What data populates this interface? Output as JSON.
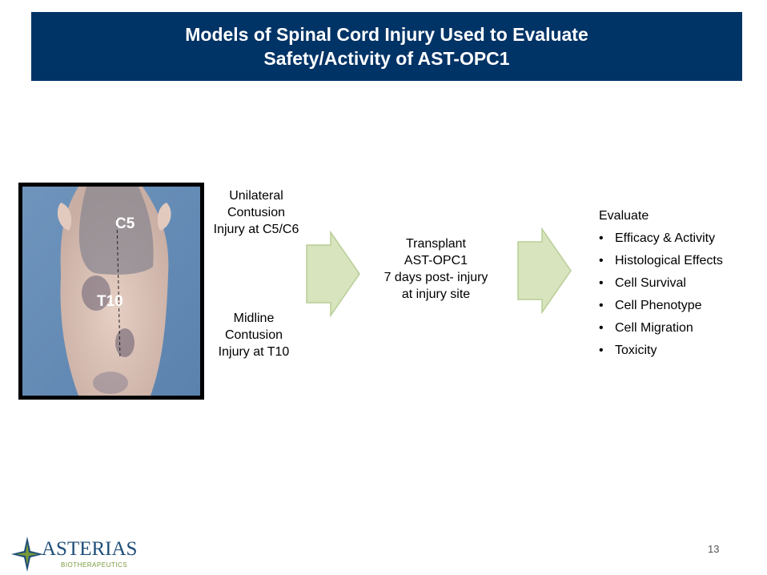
{
  "title": {
    "line1": "Models of Spinal Cord Injury Used to Evaluate",
    "line2": "Safety/Activity of AST-OPC1"
  },
  "photo": {
    "label_c5": "C5",
    "label_t10": "T10"
  },
  "injury_models": {
    "unilateral": [
      "Unilateral",
      "Contusion",
      "Injury at C5/C6"
    ],
    "midline": [
      "Midline",
      "Contusion",
      "Injury at T10"
    ]
  },
  "transplant": [
    "Transplant",
    "AST-OPC1",
    "7 days post- injury",
    "at injury site"
  ],
  "evaluate": {
    "heading": "Evaluate",
    "items": [
      "Efficacy & Activity",
      "Histological Effects",
      "Cell Survival",
      "Cell Phenotype",
      "Cell Migration",
      "Toxicity"
    ]
  },
  "logo": {
    "word": "ASTERIAS",
    "sub": "BIOTHERAPEUTICS"
  },
  "page_number": "13",
  "colors": {
    "title_bg": "#003366",
    "arrow_fill": "#d7e4bd",
    "arrow_stroke": "#b9cd96"
  }
}
